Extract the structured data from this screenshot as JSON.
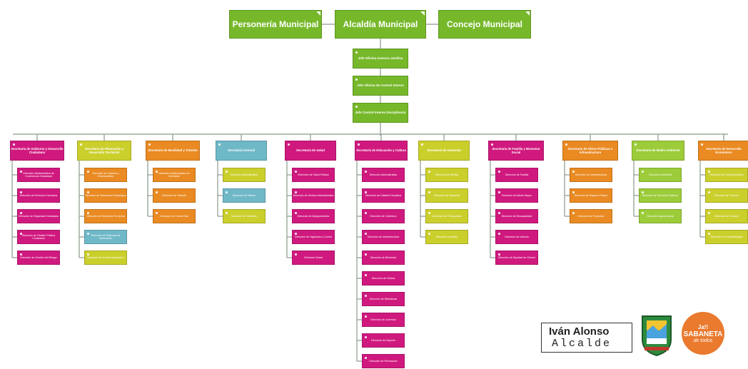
{
  "colors": {
    "green": "#76b82a",
    "magenta": "#d0197e",
    "yellow": "#cbcf2c",
    "orange": "#e98a22",
    "teal": "#6fb8c8",
    "lime": "#9ccc3a",
    "line": "#8a9a8a"
  },
  "top_row": [
    {
      "label": "Personería Municipal"
    },
    {
      "label": "Alcaldía Municipal"
    },
    {
      "label": "Concejo Municipal"
    }
  ],
  "chain": [
    {
      "label": "Jefe Oficina Asesora Jurídica"
    },
    {
      "label": "Jefe Oficina de Control Interno"
    },
    {
      "label": "Jefe Control Interno Disciplinario"
    }
  ],
  "secretarias": [
    {
      "title": "Secretaría de Gobierno y Desarrollo Ciudadano",
      "color": "magenta",
      "items": [
        {
          "label": "Dirección Administrativa de Convivencia Ciudadana",
          "color": "magenta"
        },
        {
          "label": "Dirección de Derechos Humanos",
          "color": "magenta"
        },
        {
          "label": "Dirección de Seguridad Ciudadana",
          "color": "magenta"
        },
        {
          "label": "Dirección de Gestión Pública Ciudadana",
          "color": "magenta"
        },
        {
          "label": "Dirección de Gestión del Riesgo",
          "color": "magenta"
        }
      ]
    },
    {
      "title": "Secretaría de Planeación y Desarrollo Territorial",
      "color": "yellow",
      "items": [
        {
          "label": "Dirección de Catastro y Ordenamiento",
          "color": "orange"
        },
        {
          "label": "Dirección de Planeación Estratégica",
          "color": "orange"
        },
        {
          "label": "Dirección de Desarrollo Territorial",
          "color": "orange"
        },
        {
          "label": "Dirección de Sistemas de Información",
          "color": "teal"
        },
        {
          "label": "Dirección de Control Urbanístico",
          "color": "yellow"
        }
      ]
    },
    {
      "title": "Secretaría de Movilidad y Tránsito",
      "color": "orange",
      "items": [
        {
          "label": "Dirección Administrativa de Movilidad",
          "color": "orange"
        },
        {
          "label": "Dirección de Tránsito",
          "color": "orange"
        },
        {
          "label": "Dirección de Control Vial",
          "color": "orange"
        }
      ]
    },
    {
      "title": "Secretaría General",
      "color": "teal",
      "items": [
        {
          "label": "Dirección Administrativa",
          "color": "yellow"
        },
        {
          "label": "Dirección de Talento",
          "color": "teal"
        },
        {
          "label": "Dirección de Servicios",
          "color": "yellow"
        }
      ]
    },
    {
      "title": "Secretaría de Salud",
      "color": "magenta",
      "items": [
        {
          "label": "Dirección de Salud Pública",
          "color": "magenta"
        },
        {
          "label": "Dirección de Gestión Administrativa",
          "color": "magenta"
        },
        {
          "label": "Dirección de Aseguramiento",
          "color": "magenta"
        },
        {
          "label": "Dirección de Vigilancia y Control",
          "color": "magenta"
        },
        {
          "label": "Dirección Social",
          "color": "magenta"
        }
      ]
    },
    {
      "title": "Secretaría de Educación y Cultura",
      "color": "magenta",
      "items": [
        {
          "label": "Dirección Administrativa",
          "color": "magenta"
        },
        {
          "label": "Dirección de Calidad Educativa",
          "color": "magenta"
        },
        {
          "label": "Dirección de Cobertura",
          "color": "magenta"
        },
        {
          "label": "Dirección de Infraestructura",
          "color": "magenta"
        },
        {
          "label": "Dirección de Bienestar",
          "color": "magenta"
        },
        {
          "label": "Dirección de Cultura",
          "color": "magenta"
        },
        {
          "label": "Dirección de Bibliotecas",
          "color": "magenta"
        },
        {
          "label": "Dirección de Juventud",
          "color": "magenta"
        },
        {
          "label": "Dirección de Deporte",
          "color": "magenta"
        },
        {
          "label": "Dirección de Recreación",
          "color": "magenta"
        }
      ]
    },
    {
      "title": "Secretaría de Hacienda",
      "color": "yellow",
      "items": [
        {
          "label": "Dirección de Rentas",
          "color": "yellow"
        },
        {
          "label": "Dirección de Tesorería",
          "color": "yellow"
        },
        {
          "label": "Dirección de Presupuesto",
          "color": "yellow"
        },
        {
          "label": "Dirección Contable",
          "color": "yellow"
        }
      ]
    },
    {
      "title": "Secretaría de Familia y Bienestar Social",
      "color": "magenta",
      "items": [
        {
          "label": "Dirección de Familia",
          "color": "magenta"
        },
        {
          "label": "Dirección de Adulto Mayor",
          "color": "magenta"
        },
        {
          "label": "Dirección de Discapacidad",
          "color": "magenta"
        },
        {
          "label": "Dirección de Infancia",
          "color": "magenta"
        },
        {
          "label": "Dirección de Equidad de Género",
          "color": "magenta"
        }
      ]
    },
    {
      "title": "Secretaría de Obras Públicas e Infraestructura",
      "color": "orange",
      "items": [
        {
          "label": "Dirección de Infraestructura",
          "color": "orange"
        },
        {
          "label": "Dirección de Espacio Público",
          "color": "orange"
        },
        {
          "label": "Dirección de Proyectos",
          "color": "orange"
        }
      ]
    },
    {
      "title": "Secretaría de Medio Ambiente",
      "color": "lime",
      "items": [
        {
          "label": "Dirección Ambiental",
          "color": "lime"
        },
        {
          "label": "Dirección de Servicios Públicos",
          "color": "lime"
        },
        {
          "label": "Dirección Agropecuaria",
          "color": "lime"
        }
      ]
    },
    {
      "title": "Secretaría de Desarrollo Económico",
      "color": "orange",
      "items": [
        {
          "label": "Dirección de Emprendimiento",
          "color": "yellow"
        },
        {
          "label": "Dirección de Turismo",
          "color": "yellow"
        },
        {
          "label": "Dirección de Empleo",
          "color": "yellow"
        },
        {
          "label": "Dirección de Competitividad",
          "color": "yellow"
        }
      ]
    }
  ],
  "logos": {
    "name": "Iván Alonso",
    "role": "Alcalde",
    "circle_line1": "Ja!!",
    "circle_line2": "SABANETA",
    "circle_line3": "de todos"
  }
}
